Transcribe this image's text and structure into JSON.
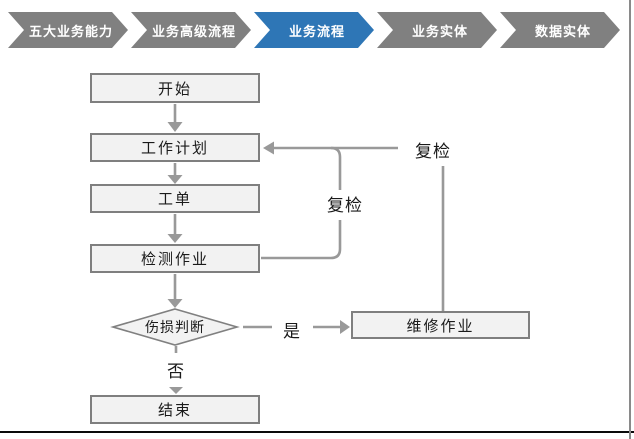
{
  "breadcrumb": {
    "active_color": "#2E76B6",
    "inactive_color": "#808080",
    "items": [
      {
        "label": "五大业务能力",
        "active": false
      },
      {
        "label": "业务高级流程",
        "active": false
      },
      {
        "label": "业务流程",
        "active": true
      },
      {
        "label": "业务实体",
        "active": false
      },
      {
        "label": "数据实体",
        "active": false
      }
    ]
  },
  "flowchart": {
    "colors": {
      "node_fill": "#F2F2F2",
      "node_border": "#7F7F7F",
      "connector": "#999999",
      "text": "#1a1a1a"
    },
    "nodes": {
      "start": {
        "label": "开始",
        "shape": "rect"
      },
      "work_plan": {
        "label": "工作计划",
        "shape": "rect"
      },
      "work_order": {
        "label": "工单",
        "shape": "rect"
      },
      "inspection": {
        "label": "检测作业",
        "shape": "rect"
      },
      "damage_decision": {
        "label": "伤损判断",
        "shape": "diamond"
      },
      "repair": {
        "label": "维修作业",
        "shape": "rect"
      },
      "end": {
        "label": "结束",
        "shape": "rect"
      }
    },
    "edge_labels": {
      "recheck_inner": "复检",
      "recheck_outer": "复检",
      "yes": "是",
      "no": "否"
    },
    "edges": [
      {
        "from": "start",
        "to": "work_plan",
        "label": ""
      },
      {
        "from": "work_plan",
        "to": "work_order",
        "label": ""
      },
      {
        "from": "work_order",
        "to": "inspection",
        "label": ""
      },
      {
        "from": "inspection",
        "to": "damage_decision",
        "label": ""
      },
      {
        "from": "damage_decision",
        "to": "repair",
        "label": "是"
      },
      {
        "from": "damage_decision",
        "to": "end",
        "label": "否"
      },
      {
        "from": "inspection",
        "to": "work_plan",
        "label": "复检"
      },
      {
        "from": "repair",
        "to": "work_plan",
        "label": "复检"
      }
    ]
  }
}
